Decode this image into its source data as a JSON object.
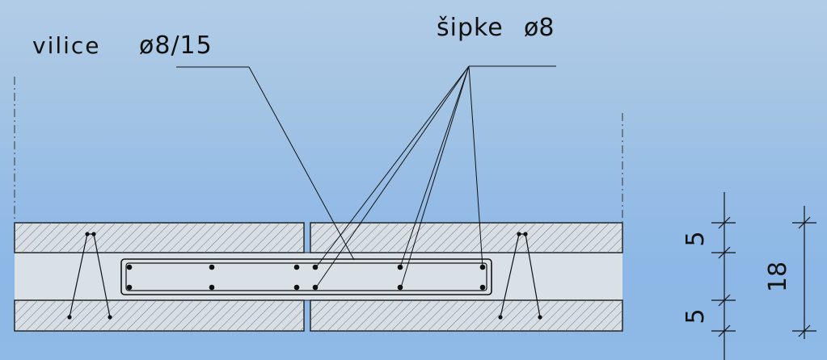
{
  "labels": {
    "stirrups": "vilice",
    "stirrups_spec": "ø8/15",
    "bars": "šipke",
    "bars_spec": "ø8"
  },
  "dimensions": {
    "top_layer": "5",
    "bottom_layer": "5",
    "total": "18"
  },
  "colors": {
    "background_top": "#b2cce6",
    "background_bottom": "#8cb7e6",
    "slab_fill": "#d8e0e6",
    "ink": "#111111"
  }
}
